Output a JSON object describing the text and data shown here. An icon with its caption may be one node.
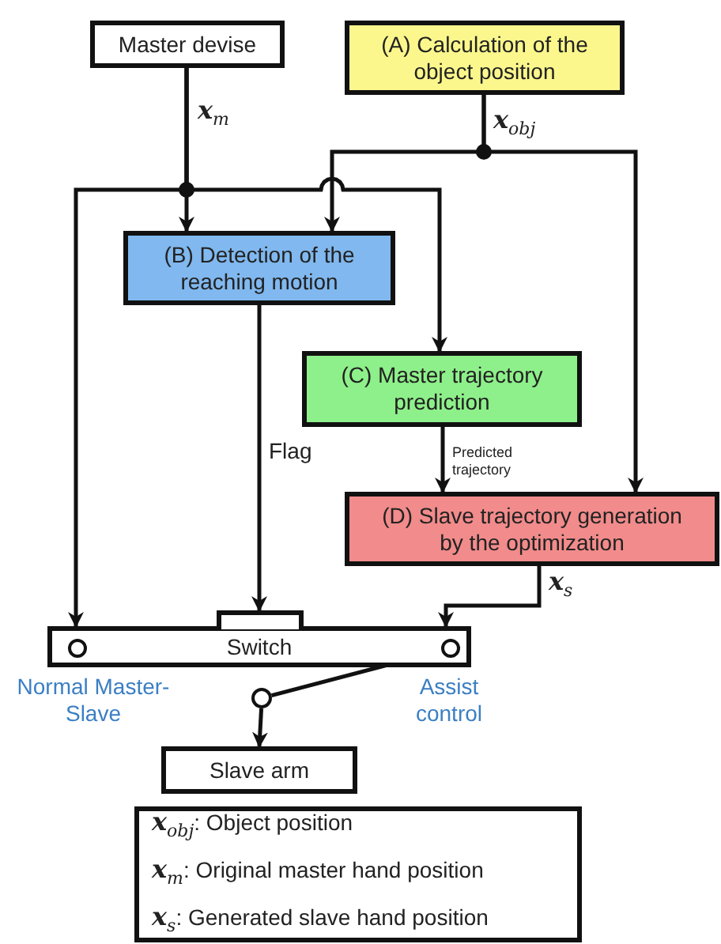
{
  "diagram": {
    "nodes": [
      {
        "text": [
          "Master devise"
        ]
      },
      {
        "text": [
          "(A) Calculation of the object position"
        ]
      },
      {
        "text": [
          "(B) Detection of the reaching motion"
        ]
      },
      {
        "text": [
          "(C) Master trajectory prediction"
        ]
      },
      {
        "text": [
          "(D) Slave trajectory generation by the optimization"
        ]
      },
      {
        "text": [
          "Switch"
        ]
      },
      {
        "text": [],
        "shape": "circle",
        "in": 5,
        "beside": [
          "Normal Master-Slave"
        ]
      },
      {
        "text": [],
        "shape": "circle",
        "in": 5,
        "beside": [
          "Assist control"
        ]
      },
      {
        "text": [],
        "shape": "box"
      },
      {
        "text": [],
        "shape": "circle"
      },
      {
        "text": [
          "Slave arm"
        ]
      },
      {
        "text": [
          "*x*$_{obj}$: Object position",
          "*x*$_{m}$: Original master hand position",
          "*x*$_{s}$: Generated slave hand position"
        ]
      }
    ],
    "edges": [
      {
        "from": 0,
        "to": 2,
        "arrow": "to",
        "label": "*x*$_{m}$"
      },
      {
        "from": 0,
        "to": 5,
        "arrow": "to"
      },
      {
        "from": 0,
        "to": 3,
        "arrow": "to"
      },
      {
        "from": 1,
        "to": 2,
        "arrow": "to",
        "label": "*x*$_{obj}$"
      },
      {
        "from": 1,
        "to": 4,
        "arrow": "to"
      },
      {
        "from": 2,
        "to": 8,
        "arrow": "to",
        "label": "Flag"
      },
      {
        "from": 3,
        "to": 4,
        "arrow": "to",
        "label": "Predicted trajectory"
      },
      {
        "from": 4,
        "to": 5,
        "arrow": "to",
        "label": "*x*$_{s}$"
      },
      {
        "from": 7,
        "to": 9,
        "arrow": "none"
      },
      {
        "from": 9,
        "to": 10,
        "arrow": "to"
      }
    ]
  }
}
